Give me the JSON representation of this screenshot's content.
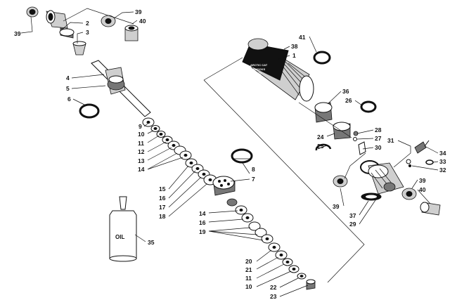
{
  "oil_label": "OIL",
  "decal_lines": [
    "ARCTIC CAT",
    "SHOCKS",
    "ACT"
  ],
  "callouts": {
    "c1": "1",
    "c2": "2",
    "c3": "3",
    "c4": "4",
    "c5": "5",
    "c6": "6",
    "c7": "7",
    "c8": "8",
    "c9": "9",
    "c10a": "10",
    "c10b": "10",
    "c11a": "11",
    "c11b": "11",
    "c12": "12",
    "c13": "13",
    "c14a": "14",
    "c14b": "14",
    "c15": "15",
    "c16a": "16",
    "c16b": "16",
    "c17": "17",
    "c18": "18",
    "c19": "19",
    "c20": "20",
    "c21": "21",
    "c22": "22",
    "c23": "23",
    "c24": "24",
    "c25": "25",
    "c26": "26",
    "c27": "27",
    "c28": "28",
    "c29": "29",
    "c30": "30",
    "c31": "31",
    "c32": "32",
    "c33": "33",
    "c34": "34",
    "c35": "35",
    "c36": "36",
    "c37": "37",
    "c38": "38",
    "c39a": "39",
    "c39b": "39",
    "c39c": "39",
    "c39d": "39",
    "c40a": "40",
    "c40b": "40",
    "c41": "41"
  }
}
